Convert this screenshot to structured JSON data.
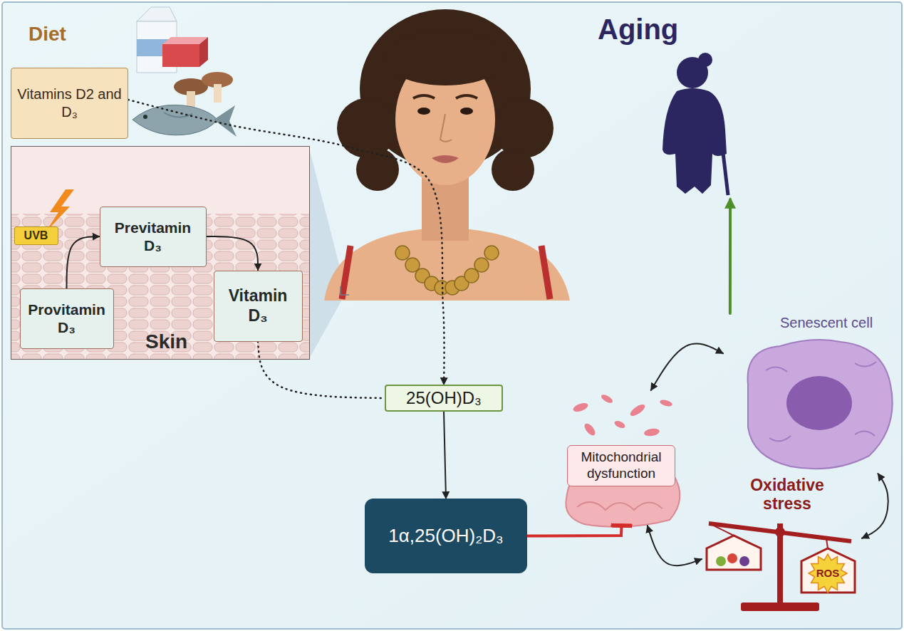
{
  "diagram": {
    "nodes": [
      {
        "text": [
          "Diet",
          "Vitamins D2 and D₃"
        ]
      },
      {
        "text": [
          "Skin"
        ]
      },
      {
        "text": [
          "UVB"
        ],
        "in": 1
      },
      {
        "text": [
          "Provitamin D₃"
        ],
        "in": 1
      },
      {
        "text": [
          "Previtamin D₃"
        ],
        "in": 1
      },
      {
        "text": [
          "Vitamin D₃"
        ],
        "in": 1
      },
      {
        "text": [
          "25(OH)D₃"
        ]
      },
      {
        "text": [
          "1α,25(OH)₂D₃"
        ]
      },
      {
        "text": [
          "Mitochondrial dysfunction"
        ]
      },
      {
        "text": [
          "Senescent cell"
        ]
      },
      {
        "text": [
          "Oxidative stress"
        ]
      },
      {
        "text": [
          "Aging"
        ]
      }
    ],
    "edges": [
      {
        "from": 3,
        "to": 4,
        "arrow": "to"
      },
      {
        "from": 4,
        "to": 5,
        "arrow": "to"
      },
      {
        "from": 5,
        "to": 6,
        "arrow": "none"
      },
      {
        "from": 0,
        "to": 6,
        "arrow": "to"
      },
      {
        "from": 6,
        "to": 7,
        "arrow": "to"
      },
      {
        "from": 7,
        "to": 8,
        "arrow": "to"
      },
      {
        "from": 8,
        "to": 9,
        "arrow": "both"
      },
      {
        "from": 9,
        "to": 10,
        "arrow": "both"
      },
      {
        "from": 8,
        "to": 10,
        "arrow": "both"
      },
      {
        "from": 9,
        "to": 11,
        "arrow": "to"
      }
    ],
    "labels": [
      "ROS"
    ]
  }
}
